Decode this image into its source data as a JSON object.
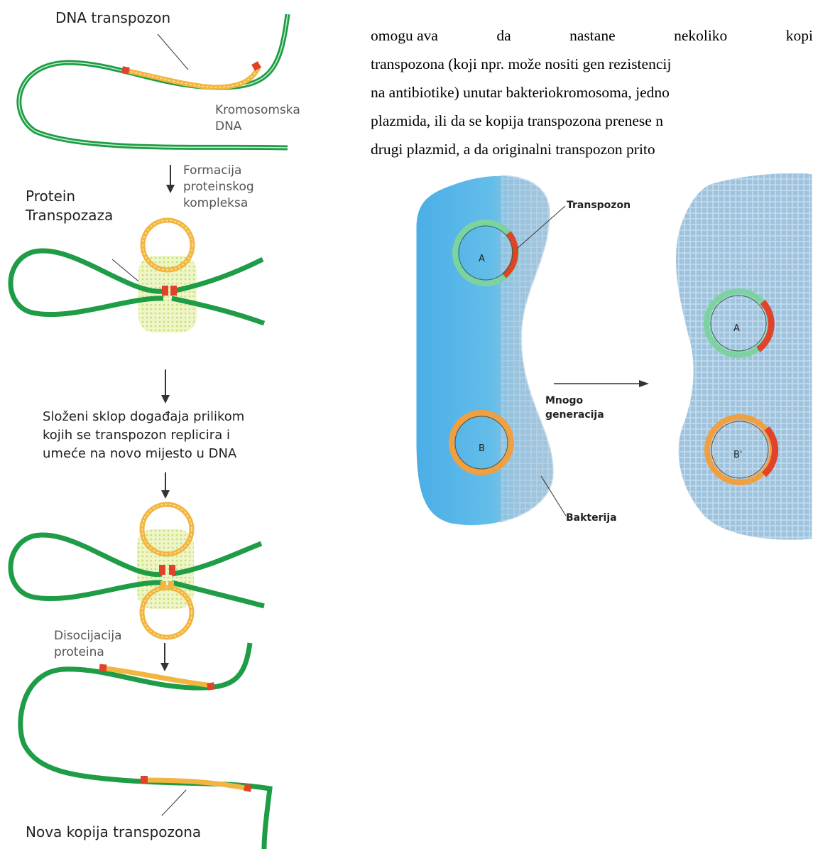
{
  "left_diagram": {
    "label_dna_transposon": "DNA transpozon",
    "label_chromosomal_dna_1": "Kromosomska",
    "label_chromosomal_dna_2": "DNA",
    "label_formation_1": "Formacija",
    "label_formation_2": "proteinskog",
    "label_formation_3": "kompleksa",
    "label_protein_1": "Protein",
    "label_protein_2": "Transpozaza",
    "label_complex_1": "Složeni sklop događaja prilikom",
    "label_complex_2": "kojih se transpozon replicira i",
    "label_complex_3": "umeće na novo mijesto u DNA",
    "label_dissociation_1": "Disocijacija",
    "label_dissociation_2": "proteina",
    "label_new_copy": "Nova kopija transpozona"
  },
  "body_text": {
    "line_0": "",
    "line_1": [
      "omogu ava",
      "da",
      "nastane",
      "nekoliko",
      "kopi"
    ],
    "line_2": "transpozona (koji npr. može nositi gen rezistencij",
    "line_3": "na antibiotike) unutar bakteriokromosoma, jedno",
    "line_4": "plazmida, ili da se kopija transpozona prenese n",
    "line_5": "drugi plazmid, a da originalni transpozon prito"
  },
  "right_diagram": {
    "label_transposon": "Transpozon",
    "label_plasmid_a": "A",
    "label_plasmid_b": "B",
    "label_plasmid_a2": "A",
    "label_plasmid_b2": "B'",
    "label_generations_1": "Mnogo",
    "label_generations_2": "generacija",
    "label_bacterium": "Bakterija"
  },
  "colors": {
    "dna_green": "#22a84a",
    "transposon_yellow": "#f2b640",
    "transposon_red": "#e0432a",
    "bacterium_blue": "#5fb4e6",
    "plasmid_green": "#7dd3a0",
    "plasmid_orange": "#f0a040"
  }
}
